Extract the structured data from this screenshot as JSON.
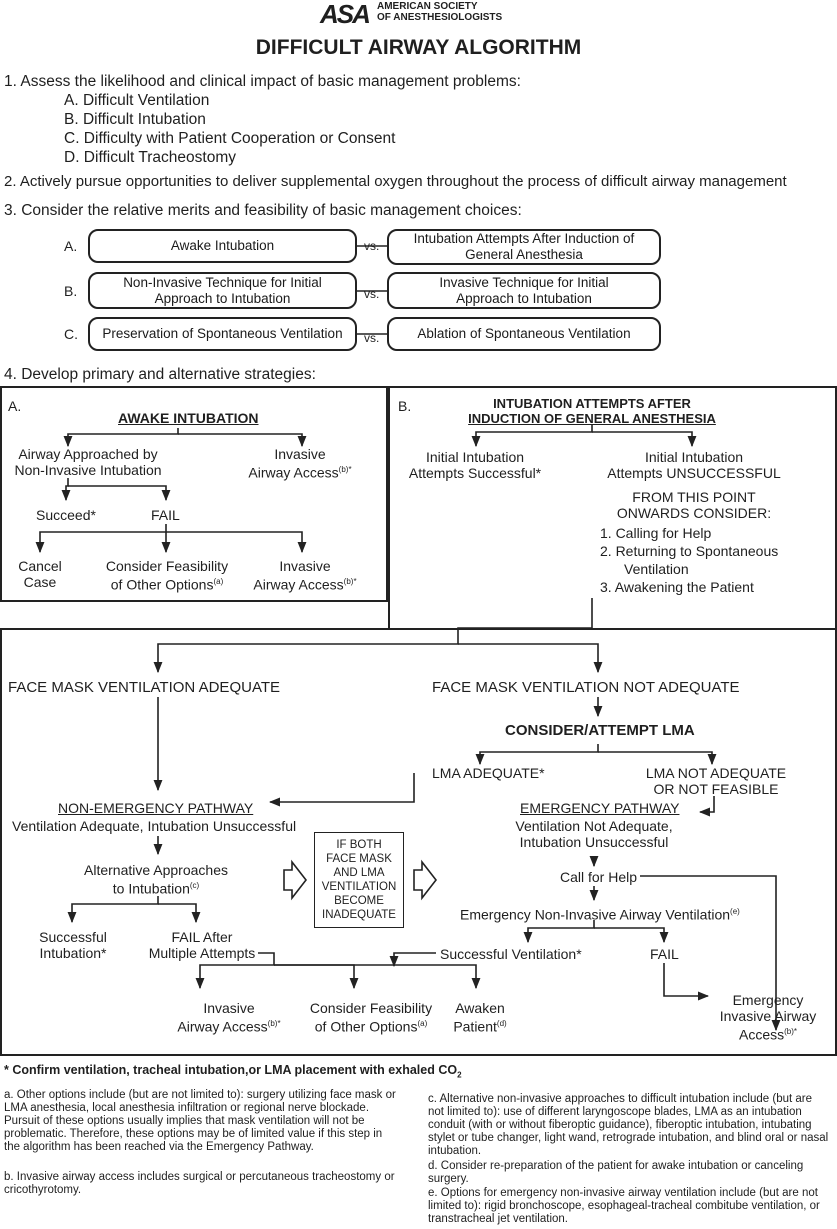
{
  "header": {
    "logo_text": "ASA",
    "org_line1": "AMERICAN SOCIETY",
    "org_line2": "OF ANESTHESIOLOGISTS",
    "title": "DIFFICULT AIRWAY ALGORITHM"
  },
  "steps": {
    "s1": "1.  Assess the likelihood and clinical impact of basic management problems:",
    "s1a": "A.   Difficult Ventilation",
    "s1b": "B.   Difficult Intubation",
    "s1c": "C.   Difficulty with Patient Cooperation or Consent",
    "s1d": "D.   Difficult Tracheostomy",
    "s2": "2.  Actively pursue opportunities to deliver supplemental oxygen throughout the process of difficult airway management",
    "s3": "3.  Consider the relative merits and feasibility of basic management choices:",
    "s4": "4.  Develop primary and alternative strategies:"
  },
  "choices": {
    "a_label": "A.",
    "a_left": "Awake Intubation",
    "a_right_1": "Intubation Attempts After Induction of",
    "a_right_2": "General Anesthesia",
    "b_label": "B.",
    "b_left_1": "Non-Invasive Technique for Initial",
    "b_left_2": "Approach to Intubation",
    "b_right_1": "Invasive Technique for Initial",
    "b_right_2": "Approach to Intubation",
    "c_label": "C.",
    "c_left": "Preservation of Spontaneous Ventilation",
    "c_right": "Ablation of Spontaneous Ventilation",
    "vs": "vs."
  },
  "panel_a": {
    "label": "A.",
    "title": "AWAKE INTUBATION",
    "noninv_1": "Airway Approached by",
    "noninv_2": "Non-Invasive Intubation",
    "inv_1": "Invasive",
    "inv_2": "Airway Access",
    "inv_sup": "(b)*",
    "succeed": "Succeed*",
    "fail": "FAIL",
    "cancel_1": "Cancel",
    "cancel_2": "Case",
    "consider_1": "Consider Feasibility",
    "consider_2": "of Other Options",
    "consider_sup": "(a)",
    "inv2_1": "Invasive",
    "inv2_2": "Airway Access",
    "inv2_sup": "(b)*"
  },
  "panel_b": {
    "label": "B.",
    "title_1": "INTUBATION ATTEMPTS AFTER",
    "title_2": "INDUCTION OF GENERAL ANESTHESIA",
    "success_1": "Initial Intubation",
    "success_2": "Attempts Successful*",
    "unsucc_1": "Initial Intubation",
    "unsucc_2": "Attempts UNSUCCESSFUL",
    "from_1": "FROM THIS POINT",
    "from_2": "ONWARDS CONSIDER:",
    "opt1": "1.  Calling for Help",
    "opt2a": "2.  Returning to Spontaneous",
    "opt2b": "Ventilation",
    "opt3": "3.  Awakening the Patient"
  },
  "lower": {
    "fm_adequate": "FACE MASK VENTILATION ADEQUATE",
    "fm_not": "FACE MASK VENTILATION NOT ADEQUATE",
    "lma": "CONSIDER/ATTEMPT LMA",
    "lma_ok": "LMA ADEQUATE*",
    "lma_not_1": "LMA NOT ADEQUATE",
    "lma_not_2": "OR NOT FEASIBLE",
    "ne_path": "NON-EMERGENCY PATHWAY",
    "ne_desc": "Ventilation Adequate, Intubation Unsuccessful",
    "alt_1": "Alternative Approaches",
    "alt_2": "to Intubation",
    "alt_sup": "(c)",
    "success_1": "Successful",
    "success_2": "Intubation*",
    "failmult_1": "FAIL After",
    "failmult_2": "Multiple Attempts",
    "both_1": "IF BOTH",
    "both_2": "FACE MASK",
    "both_3": "AND LMA",
    "both_4": "VENTILATION",
    "both_5": "BECOME",
    "both_6": "INADEQUATE",
    "em_path": "EMERGENCY PATHWAY",
    "em_desc_1": "Ventilation Not Adequate,",
    "em_desc_2": "Intubation Unsuccessful",
    "call_help": "Call for Help",
    "em_noninv": "Emergency Non-Invasive Airway Ventilation",
    "em_noninv_sup": "(e)",
    "succ_vent": "Successful Ventilation*",
    "fail": "FAIL",
    "inv_1": "Invasive",
    "inv_2": "Airway Access",
    "inv_sup": "(b)*",
    "consider_1": "Consider Feasibility",
    "consider_2": "of Other Options",
    "consider_sup": "(a)",
    "awaken_1": "Awaken",
    "awaken_2": "Patient",
    "awaken_sup": "(d)",
    "em_inv_1": "Emergency",
    "em_inv_2": "Invasive Airway",
    "em_inv_3": "Access",
    "em_inv_sup": "(b)*"
  },
  "footnotes": {
    "confirm": "* Confirm ventilation, tracheal intubation,or LMA placement with exhaled CO",
    "confirm_sub": "2",
    "a": "a. Other options include (but are not limited to): surgery utilizing face mask or LMA anesthesia, local anesthesia infiltration or regional nerve blockade. Pursuit of these options usually implies that mask ventilation will not be problematic. Therefore, these options may be of limited value if this step in the algorithm has been reached via the Emergency Pathway.",
    "b": "b. Invasive airway access includes surgical or percutaneous tracheostomy or cricothyrotomy.",
    "c": "c.  Alternative non-invasive approaches to difficult intubation include (but are not limited to): use of different laryngoscope blades, LMA as an intubation conduit (with or without fiberoptic guidance), fiberoptic intubation, intubating stylet or tube changer, light wand, retrograde intubation, and blind oral or nasal intubation.",
    "d": "d.  Consider re-preparation of the patient for awake intubation or canceling surgery.",
    "e": "e.  Options for emergency non-invasive airway ventilation include (but are not limited to): rigid bronchoscope, esophageal-tracheal combitube ventilation, or transtracheal jet ventilation."
  }
}
